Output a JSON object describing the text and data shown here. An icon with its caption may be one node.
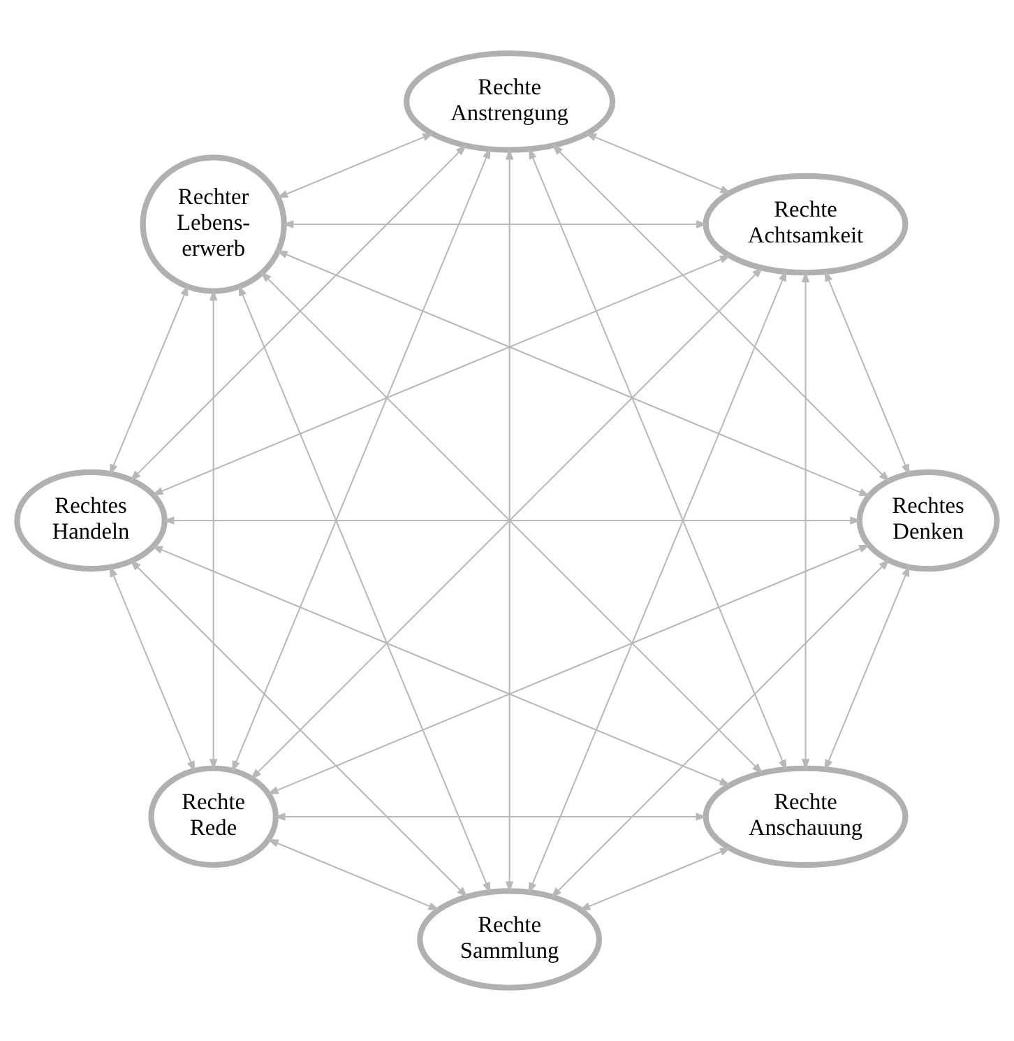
{
  "diagram": {
    "nodes": [
      {
        "text": [
          "Rechte Anschauung"
        ]
      },
      {
        "text": [
          "Rechtes Denken"
        ]
      },
      {
        "text": [
          "Rechte Rede"
        ]
      },
      {
        "text": [
          "Rechtes Handeln"
        ]
      },
      {
        "text": [
          "Rechter Lebens- erwerb"
        ]
      },
      {
        "text": [
          "Rechte Anstrengung"
        ]
      },
      {
        "text": [
          "Rechte Achtsamkeit"
        ]
      },
      {
        "text": [
          "Rechte Sammlung"
        ]
      }
    ],
    "edges": [
      {
        "from": 0,
        "to": 1,
        "arrow": "both"
      },
      {
        "from": 0,
        "to": 2,
        "arrow": "both"
      },
      {
        "from": 0,
        "to": 3,
        "arrow": "both"
      },
      {
        "from": 0,
        "to": 4,
        "arrow": "both"
      },
      {
        "from": 0,
        "to": 5,
        "arrow": "both"
      },
      {
        "from": 0,
        "to": 6,
        "arrow": "both"
      },
      {
        "from": 0,
        "to": 7,
        "arrow": "both"
      },
      {
        "from": 1,
        "to": 2,
        "arrow": "both"
      },
      {
        "from": 1,
        "to": 3,
        "arrow": "both"
      },
      {
        "from": 1,
        "to": 4,
        "arrow": "both"
      },
      {
        "from": 1,
        "to": 5,
        "arrow": "both"
      },
      {
        "from": 1,
        "to": 6,
        "arrow": "both"
      },
      {
        "from": 1,
        "to": 7,
        "arrow": "both"
      },
      {
        "from": 2,
        "to": 3,
        "arrow": "both"
      },
      {
        "from": 2,
        "to": 4,
        "arrow": "both"
      },
      {
        "from": 2,
        "to": 5,
        "arrow": "both"
      },
      {
        "from": 2,
        "to": 6,
        "arrow": "both"
      },
      {
        "from": 2,
        "to": 7,
        "arrow": "both"
      },
      {
        "from": 3,
        "to": 4,
        "arrow": "both"
      },
      {
        "from": 3,
        "to": 5,
        "arrow": "both"
      },
      {
        "from": 3,
        "to": 6,
        "arrow": "both"
      },
      {
        "from": 3,
        "to": 7,
        "arrow": "both"
      },
      {
        "from": 4,
        "to": 5,
        "arrow": "both"
      },
      {
        "from": 4,
        "to": 6,
        "arrow": "both"
      },
      {
        "from": 4,
        "to": 7,
        "arrow": "both"
      },
      {
        "from": 5,
        "to": 6,
        "arrow": "both"
      },
      {
        "from": 5,
        "to": 7,
        "arrow": "both"
      },
      {
        "from": 6,
        "to": 7,
        "arrow": "both"
      }
    ]
  }
}
